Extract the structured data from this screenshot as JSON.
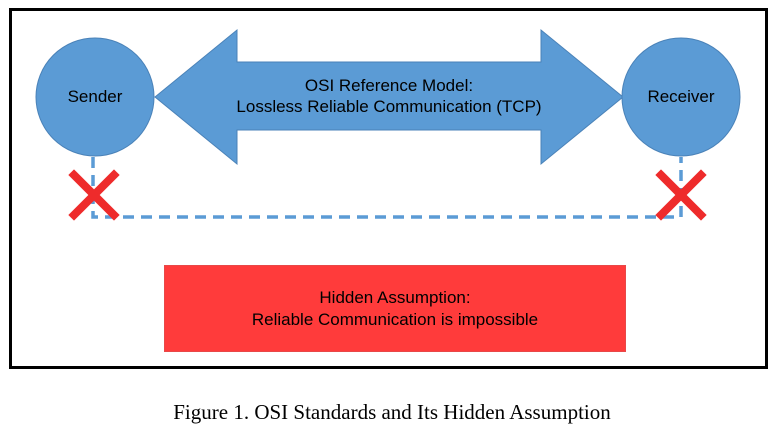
{
  "diagram": {
    "sender": {
      "label": "Sender"
    },
    "receiver": {
      "label": "Receiver"
    },
    "arrow": {
      "line1": "OSI Reference Model:",
      "line2": "Lossless Reliable Communication (TCP)"
    },
    "hidden_assumption": {
      "line1": "Hidden Assumption:",
      "line2": "Reliable Communication is impossible"
    },
    "caption": "Figure 1.  OSI Standards and Its Hidden Assumption",
    "colors": {
      "node_fill": "#5b9bd5",
      "arrow_fill": "#5b9bd5",
      "dashed_link": "#5b9bd5",
      "cross_mark": "#ee2b2b",
      "hidden_box_fill": "#ff3b3b"
    }
  }
}
